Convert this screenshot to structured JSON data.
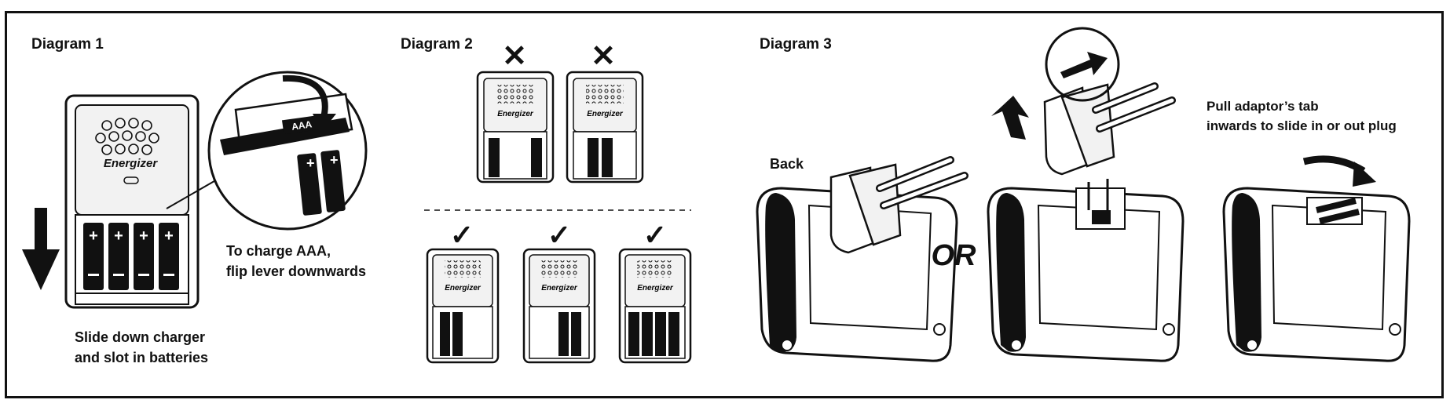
{
  "diagram1": {
    "title": "Diagram 1",
    "brand": "Energizer",
    "lever_label": "AAA",
    "note_aaa_line1": "To charge AAA,",
    "note_aaa_line2": "flip lever downwards",
    "caption_line1": "Slide down charger",
    "caption_line2": "and slot in batteries"
  },
  "diagram2": {
    "title": "Diagram 2",
    "brand": "Energizer",
    "wrong_mark": "✕",
    "right_mark": "✓"
  },
  "diagram3": {
    "title": "Diagram 3",
    "back_label": "Back",
    "or_label": "OR",
    "pull_line1": "Pull adaptor’s tab",
    "pull_line2": "inwards to slide in or out plug"
  },
  "colors": {
    "ink": "#111111",
    "paper": "#ffffff",
    "shade": "#f2f2f2"
  },
  "icons": [
    "arrow-down-icon",
    "arrow-up-icon",
    "curved-arrow-icon",
    "check-icon",
    "cross-icon",
    "battery-icon",
    "plug-icon"
  ]
}
